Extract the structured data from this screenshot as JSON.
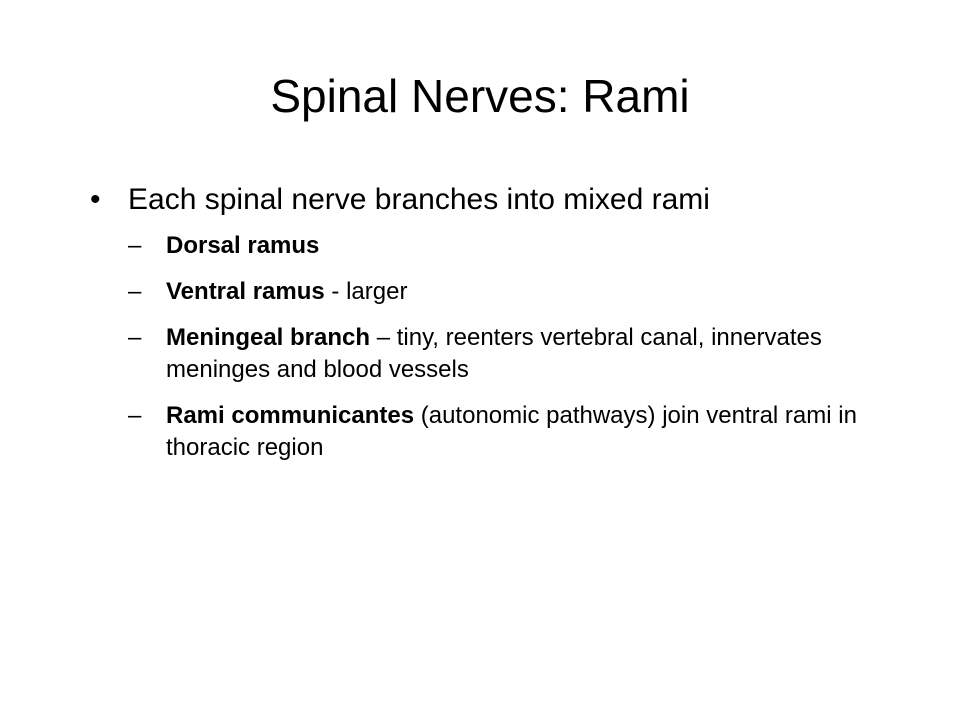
{
  "slide": {
    "title": "Spinal Nerves: Rami",
    "bullet": {
      "marker": "•",
      "text": "Each spinal nerve branches into mixed rami"
    },
    "sub_items": [
      {
        "dash": "–",
        "bold": "Dorsal ramus",
        "rest": ""
      },
      {
        "dash": "–",
        "bold": "Ventral ramus",
        "rest": " - larger"
      },
      {
        "dash": "–",
        "bold": "Meningeal branch",
        "rest": " – tiny, reenters vertebral canal, innervates meninges and blood vessels"
      },
      {
        "dash": "–",
        "bold": "Rami communicantes",
        "rest": " (autonomic pathways) join ventral rami in thoracic region"
      }
    ]
  }
}
